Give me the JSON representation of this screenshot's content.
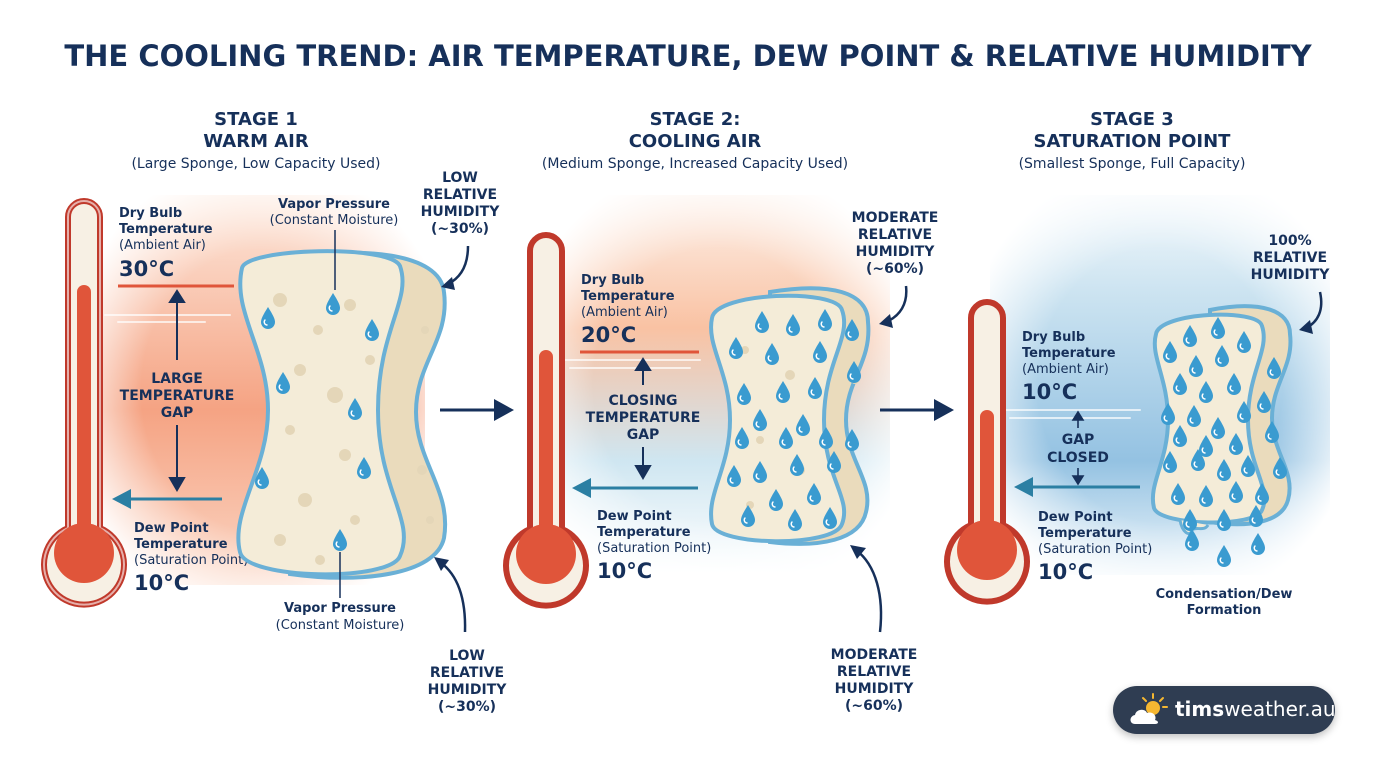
{
  "title": "THE COOLING TREND: AIR TEMPERATURE, DEW POINT & RELATIVE HUMIDITY",
  "colors": {
    "navy": "#16305a",
    "thermo_red": "#e0553a",
    "thermo_outline": "#c0392b",
    "dew_arrow": "#2b7fa3",
    "sponge_fill": "#f4ecd8",
    "sponge_outline": "#6ab0d6",
    "drop": "#3a9bd0",
    "warm_bg": "#f6a988",
    "cool_bg": "#c5e1f0"
  },
  "stages": [
    {
      "heading": [
        "STAGE 1",
        "WARM AIR"
      ],
      "subtitle": "(Large Sponge, Low Capacity Used)",
      "dry_bulb": [
        "Dry Bulb",
        "Temperature",
        "(Ambient Air)"
      ],
      "dry_temp": "30°C",
      "gap_label": [
        "LARGE",
        "TEMPERATURE",
        "GAP"
      ],
      "dew_point": [
        "Dew Point",
        "Temperature",
        "(Saturation Point)"
      ],
      "dew_temp": "10°C",
      "vapor_top": [
        "Vapor Pressure",
        "(Constant Moisture)"
      ],
      "vapor_bottom": [
        "Vapor Pressure",
        "(Constant Moisture)"
      ],
      "humidity_top": [
        "LOW",
        "RELATIVE",
        "HUMIDITY",
        "(~30%)"
      ],
      "humidity_bottom": [
        "LOW",
        "RELATIVE",
        "HUMIDITY",
        "(~30%)"
      ],
      "relative_humidity_pct": 30
    },
    {
      "heading": [
        "STAGE 2:",
        "COOLING AIR"
      ],
      "subtitle": "(Medium Sponge, Increased Capacity Used)",
      "dry_bulb": [
        "Dry Bulb",
        "Temperature",
        "(Ambient Air)"
      ],
      "dry_temp": "20°C",
      "gap_label": [
        "CLOSING",
        "TEMPERATURE",
        "GAP"
      ],
      "dew_point": [
        "Dew Point",
        "Temperature",
        "(Saturation Point)"
      ],
      "dew_temp": "10°C",
      "humidity_top": [
        "MODERATE",
        "RELATIVE",
        "HUMIDITY",
        "(~60%)"
      ],
      "humidity_bottom": [
        "MODERATE",
        "RELATIVE",
        "HUMIDITY",
        "(~60%)"
      ],
      "relative_humidity_pct": 60
    },
    {
      "heading": [
        "STAGE 3",
        "SATURATION POINT"
      ],
      "subtitle": "(Smallest Sponge, Full Capacity)",
      "dry_bulb": [
        "Dry Bulb",
        "Temperature",
        "(Ambient Air)"
      ],
      "dry_temp": "10°C",
      "gap_label": [
        "GAP",
        "CLOSED"
      ],
      "dew_point": [
        "Dew Point",
        "Temperature",
        "(Saturation Point)"
      ],
      "dew_temp": "10°C",
      "humidity_top": [
        "100%",
        "RELATIVE",
        "HUMIDITY"
      ],
      "condensation": [
        "Condensation/Dew",
        "Formation"
      ],
      "relative_humidity_pct": 100
    }
  ],
  "brand": {
    "bold": "tims",
    "rest": "weather.au",
    "icon": "sun-cloud-icon"
  }
}
